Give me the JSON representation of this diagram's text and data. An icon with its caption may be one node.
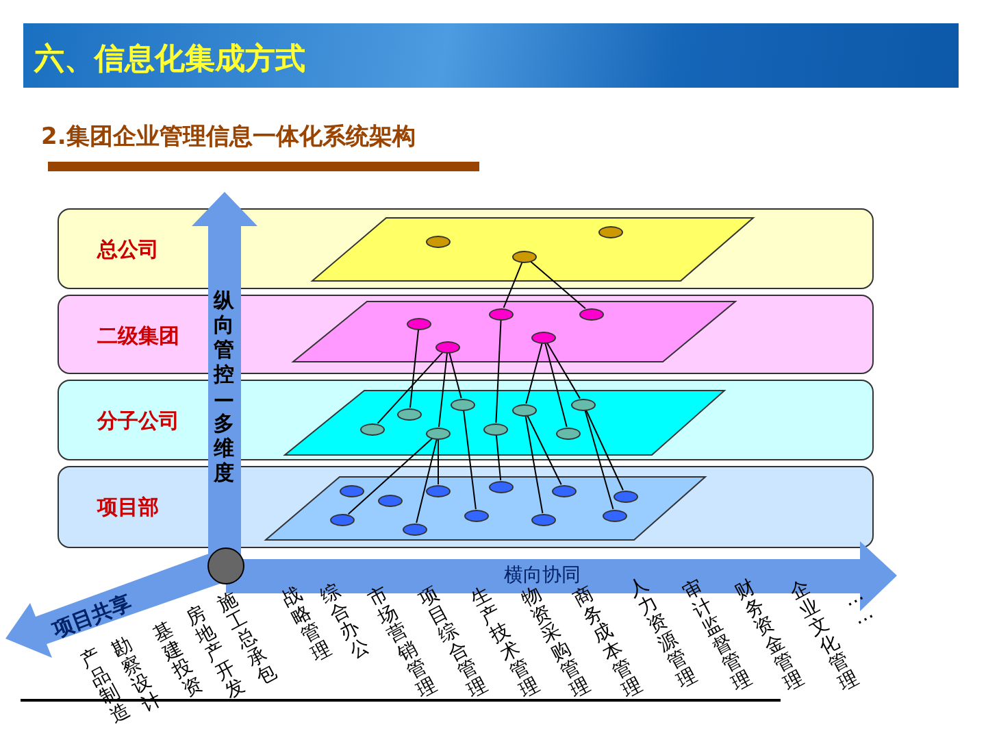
{
  "diagram": {
    "title": "六、信息化集成方式",
    "nodes": [
      {
        "text": [
          "总公司"
        ]
      },
      {
        "text": [
          "二级集团"
        ]
      },
      {
        "text": [
          "分子公司"
        ]
      },
      {
        "text": [
          "项目部"
        ]
      },
      {
        "text": [],
        "shape": "ellipse",
        "in": 0
      },
      {
        "text": [],
        "shape": "ellipse",
        "in": 0
      },
      {
        "text": [],
        "shape": "ellipse",
        "in": 0
      },
      {
        "text": [],
        "shape": "ellipse",
        "in": 1
      },
      {
        "text": [],
        "shape": "ellipse",
        "in": 1
      },
      {
        "text": [],
        "shape": "ellipse",
        "in": 1
      },
      {
        "text": [],
        "shape": "ellipse",
        "in": 1
      },
      {
        "text": [],
        "shape": "ellipse",
        "in": 1
      },
      {
        "text": [],
        "shape": "ellipse",
        "in": 2
      },
      {
        "text": [],
        "shape": "ellipse",
        "in": 2
      },
      {
        "text": [],
        "shape": "ellipse",
        "in": 2
      },
      {
        "text": [],
        "shape": "ellipse",
        "in": 2
      },
      {
        "text": [],
        "shape": "ellipse",
        "in": 2
      },
      {
        "text": [],
        "shape": "ellipse",
        "in": 2
      },
      {
        "text": [],
        "shape": "ellipse",
        "in": 2
      },
      {
        "text": [],
        "shape": "ellipse",
        "in": 2
      },
      {
        "text": [],
        "shape": "ellipse",
        "in": 3
      },
      {
        "text": [],
        "shape": "ellipse",
        "in": 3
      },
      {
        "text": [],
        "shape": "ellipse",
        "in": 3
      },
      {
        "text": [],
        "shape": "ellipse",
        "in": 3
      },
      {
        "text": [],
        "shape": "ellipse",
        "in": 3
      },
      {
        "text": [],
        "shape": "ellipse",
        "in": 3
      },
      {
        "text": [],
        "shape": "ellipse",
        "in": 3
      },
      {
        "text": [],
        "shape": "ellipse",
        "in": 3
      },
      {
        "text": [],
        "shape": "ellipse",
        "in": 3
      },
      {
        "text": [],
        "shape": "ellipse",
        "in": 3
      },
      {
        "text": [],
        "shape": "ellipse",
        "in": 3
      }
    ],
    "edges": [
      {
        "from": 5,
        "to": 9,
        "arrow": "none"
      },
      {
        "from": 5,
        "to": 11,
        "arrow": "none"
      },
      {
        "from": 7,
        "to": 13,
        "arrow": "none"
      },
      {
        "from": 8,
        "to": 12,
        "arrow": "none"
      },
      {
        "from": 8,
        "to": 14,
        "arrow": "none"
      },
      {
        "from": 8,
        "to": 15,
        "arrow": "none"
      },
      {
        "from": 9,
        "to": 16,
        "arrow": "none"
      },
      {
        "from": 10,
        "to": 17,
        "arrow": "none"
      },
      {
        "from": 10,
        "to": 18,
        "arrow": "none"
      },
      {
        "from": 10,
        "to": 19,
        "arrow": "none"
      },
      {
        "from": 14,
        "to": 20,
        "arrow": "none"
      },
      {
        "from": 14,
        "to": 23,
        "arrow": "none"
      },
      {
        "from": 14,
        "to": 24,
        "arrow": "none"
      },
      {
        "from": 15,
        "to": 25,
        "arrow": "none"
      },
      {
        "from": 16,
        "to": 26,
        "arrow": "none"
      },
      {
        "from": 17,
        "to": 27,
        "arrow": "none"
      },
      {
        "from": 17,
        "to": 28,
        "arrow": "none"
      },
      {
        "from": 19,
        "to": 29,
        "arrow": "none"
      },
      {
        "from": 19,
        "to": 30,
        "arrow": "none"
      }
    ],
    "labels": [
      "2.集团企业管理信息一体化系统架构",
      "纵向管控—多维度",
      "横向协同",
      "项目共享",
      "产品制造",
      "勘察设计",
      "基建投资",
      "房地产开发",
      "施工总承包",
      "战略管理",
      "综合办公",
      "市场营销管理",
      "项目综合管理",
      "生产技术管理",
      "物资采购管理",
      "商务成本管理",
      "人力资源管理",
      "审计监督管理",
      "财务资金管理",
      "企业文化管理",
      "……"
    ]
  }
}
